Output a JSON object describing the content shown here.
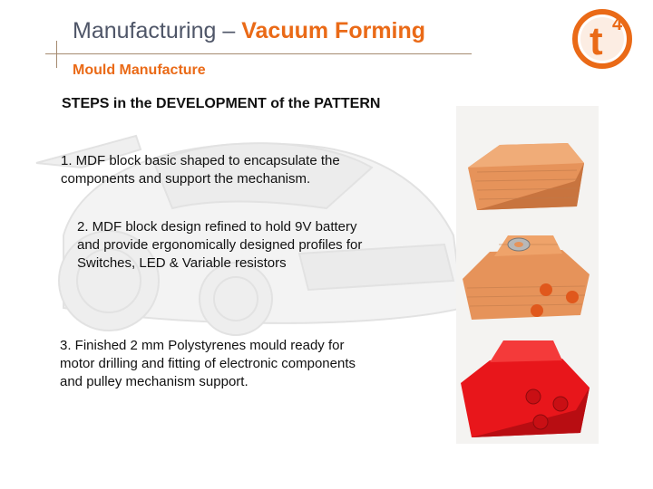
{
  "slide": {
    "title_light": "Manufacturing –",
    "title_bold": "Vacuum Forming",
    "subtitle": "Mould Manufacture",
    "heading": "STEPS in the DEVELOPMENT of the  PATTERN",
    "steps": [
      {
        "line1": "1.  MDF block basic shaped to encapsulate the",
        "line2": "components and support the mechanism."
      },
      {
        "line1": "2.  MDF block design refined to hold 9V battery",
        "line2": "and provide ergonomically designed profiles  for",
        "line3": "Switches, LED & Variable resistors"
      },
      {
        "line1": "3. Finished 2 mm Polystyrenes mould  ready for",
        "line2": "motor drilling and fitting of electronic components",
        "line3": "and pulley mechanism support."
      }
    ]
  },
  "logo": {
    "letter": "t",
    "superscript": "4"
  },
  "colors": {
    "accent_orange": "#ea6a17",
    "title_gray": "#4f5668",
    "mdf_wood": "#e6935a",
    "polystyrene_red": "#e8161b"
  }
}
